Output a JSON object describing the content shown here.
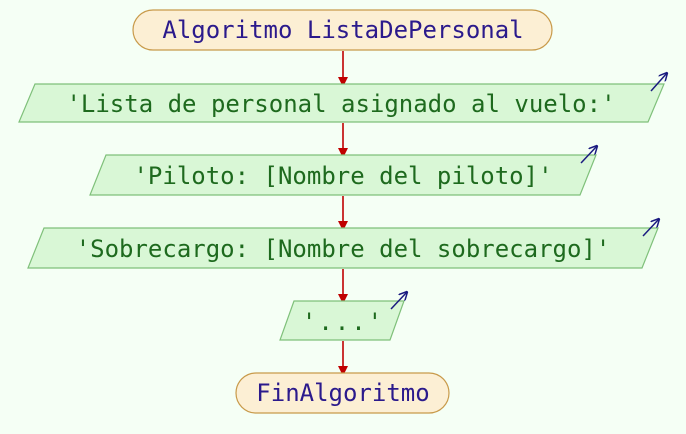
{
  "colors": {
    "background": "#f5fff5",
    "terminal_fill": "#fcefd4",
    "terminal_stroke": "#c89a4a",
    "terminal_text": "#2b1a8c",
    "io_fill": "#d9f7d6",
    "io_stroke": "#7fc07a",
    "io_text": "#1e6a1e",
    "arrow": "#c00000",
    "output_marker": "#1a1a80"
  },
  "flowchart": {
    "start": {
      "keyword": "Algoritmo",
      "name": "ListaDePersonal"
    },
    "outputs": [
      {
        "text": "'Lista de personal asignado al vuelo:'",
        "icon": "output-arrow-icon"
      },
      {
        "text": "'Piloto: [Nombre del piloto]'",
        "icon": "output-arrow-icon"
      },
      {
        "text": "'Sobrecargo: [Nombre del sobrecargo]'",
        "icon": "output-arrow-icon"
      },
      {
        "text": "'...'",
        "icon": "output-arrow-icon"
      }
    ],
    "end": {
      "label": "FinAlgoritmo"
    }
  }
}
